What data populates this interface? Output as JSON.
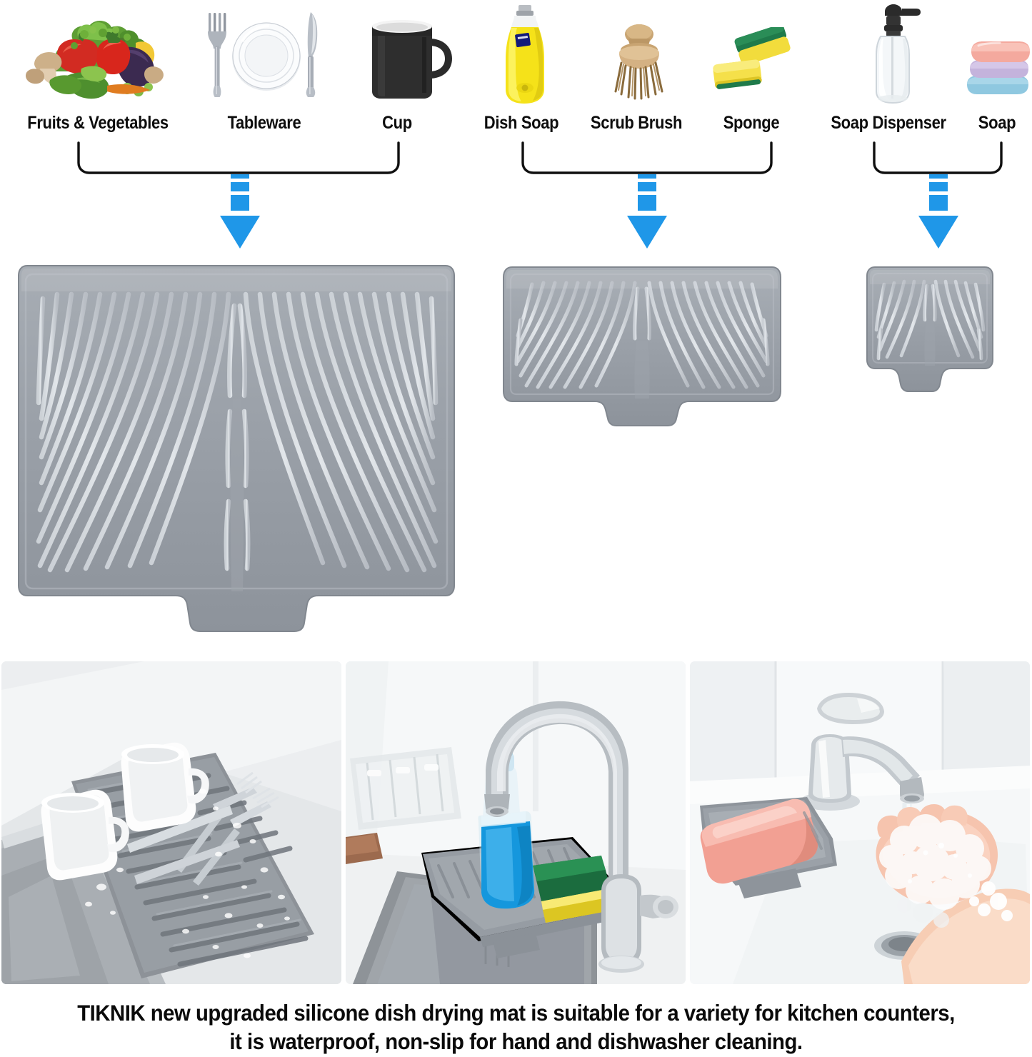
{
  "product": {
    "brand": "TIKNIK",
    "mat_color_hex": "#9ba1a8",
    "accent_blue_hex": "#1f97e8",
    "bracket_color_hex": "#111111"
  },
  "groups": [
    {
      "id": "large",
      "items": [
        {
          "label": "Fruits & Vegetables",
          "icon": "vegetables-icon"
        },
        {
          "label": "Tableware",
          "icon": "tableware-icon"
        },
        {
          "label": "Cup",
          "icon": "mug-icon"
        }
      ],
      "mat": {
        "name": "large-dish-drying-mat",
        "size": "large"
      }
    },
    {
      "id": "medium",
      "items": [
        {
          "label": "Dish Soap",
          "icon": "dish-soap-bottle-icon"
        },
        {
          "label": "Scrub Brush",
          "icon": "scrub-brush-icon"
        },
        {
          "label": "Sponge",
          "icon": "sponge-icon"
        }
      ],
      "mat": {
        "name": "medium-faucet-mat",
        "size": "medium"
      }
    },
    {
      "id": "small",
      "items": [
        {
          "label": "Soap Dispenser",
          "icon": "soap-dispenser-icon"
        },
        {
          "label": "Soap",
          "icon": "soap-bars-icon"
        }
      ],
      "mat": {
        "name": "small-soap-mat",
        "size": "small"
      }
    }
  ],
  "photos": [
    {
      "name": "photo-sink-mat-with-mugs-and-cutlery",
      "alt": "Grey silicone mat on counter beside sink with two white mugs and forks, water droplets"
    },
    {
      "name": "photo-faucet-mat-with-soap-and-sponge",
      "alt": "Medium mat around faucet base holding blue dish soap bottle and green-yellow sponge"
    },
    {
      "name": "photo-soap-mat-with-handwashing",
      "alt": "Small mat holding pink soap bar beside chrome faucet with hands lathering"
    }
  ],
  "caption": {
    "line1": "TIKNIK new upgraded silicone dish drying mat is suitable for a variety for kitchen counters,",
    "line2": "it is waterproof, non-slip for hand and dishwasher cleaning."
  }
}
